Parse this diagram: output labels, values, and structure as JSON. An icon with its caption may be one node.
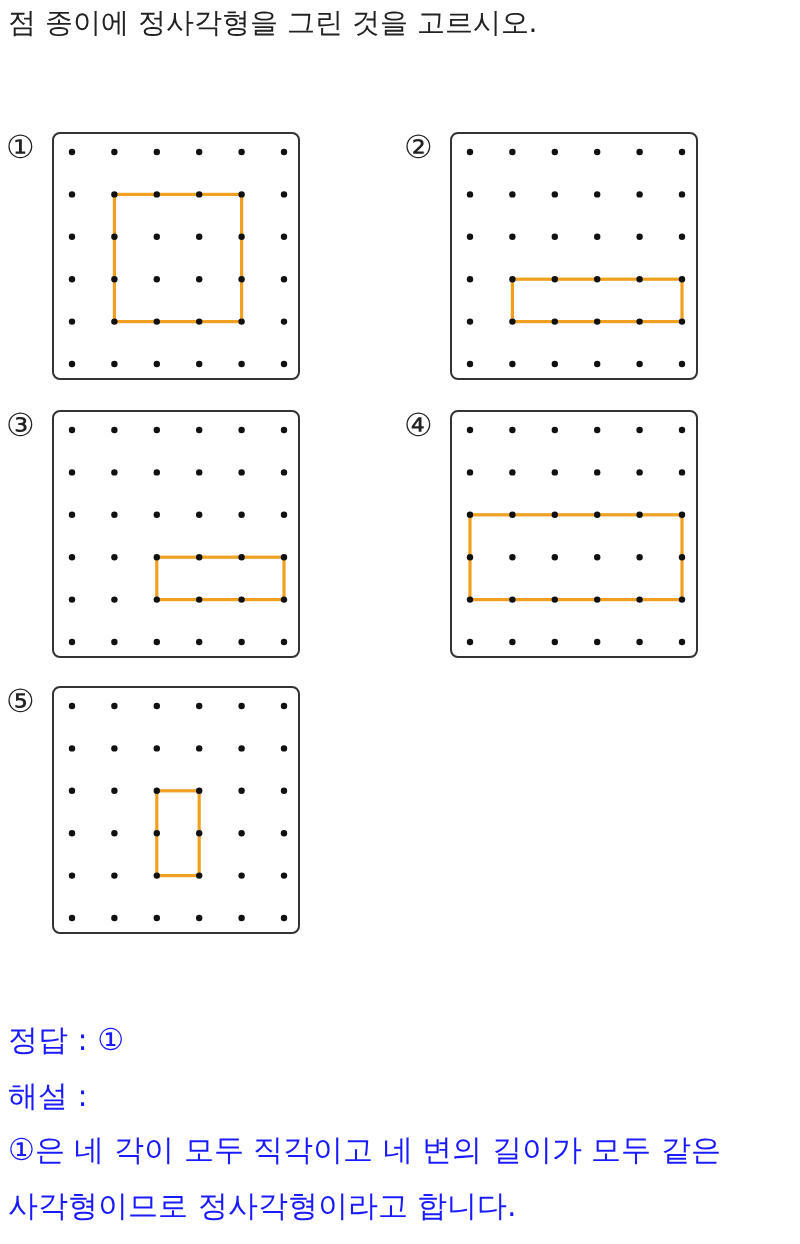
{
  "diagram": {
    "title": "점 종이에 정사각형을 그린 것을 고르시오.",
    "nodes": [
      {
        "text": [],
        "shape": "box",
        "beside": [
          "①"
        ]
      },
      {
        "text": [],
        "shape": "box",
        "beside": [
          "②"
        ]
      },
      {
        "text": [],
        "shape": "box",
        "beside": [
          "③"
        ]
      },
      {
        "text": [],
        "shape": "box",
        "beside": [
          "④"
        ]
      },
      {
        "text": [],
        "shape": "box",
        "beside": [
          "⑤"
        ]
      }
    ],
    "labels": [
      "정답 : ①",
      "해설 :",
      "①은 네 각이 모두 직각이고 네 변의 길이가 모두 같은 사각형이므로 정사각형이라고 합니다."
    ]
  }
}
